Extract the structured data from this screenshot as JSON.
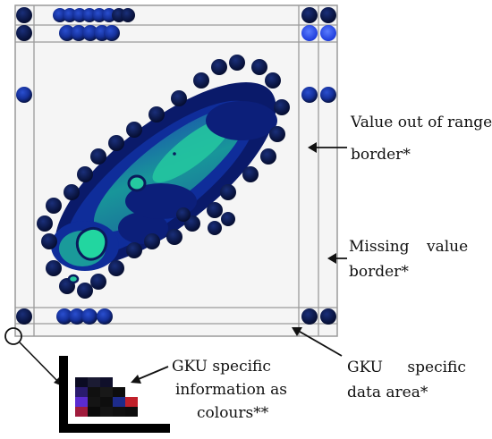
{
  "labels": {
    "value_out_of_range": [
      "Value out of range",
      "border*"
    ],
    "missing_value": [
      "Missing value",
      "border*"
    ],
    "gku_data_area": [
      "GKU specific",
      "data area*"
    ],
    "gku_colours": [
      "GKU specific",
      "information as",
      "colours**"
    ]
  },
  "colors": {
    "plot_fill": "#f5f5f5",
    "border_line": "#9a9a9a",
    "dot_dark": "#0a1a5c",
    "dot_mid": "#1536b5",
    "density_low": "#0b2a8a",
    "density_high": "#2ee8a0",
    "arrow": "#111111"
  },
  "legend_swatches": [
    [
      "#0b0b22",
      "#1b1b33",
      "#0f0f2a",
      "",
      ""
    ],
    [
      "#2a1b6e",
      "#101010",
      "#181818",
      "#0d0d0d",
      ""
    ],
    [
      "#5b2bd0",
      "#141414",
      "#0e0e0e",
      "#1d2b8a",
      "#c0202a"
    ],
    [
      "#a01b3c",
      "#0a0a0a",
      "#141414",
      "#101010",
      "#0d0d0d"
    ]
  ]
}
